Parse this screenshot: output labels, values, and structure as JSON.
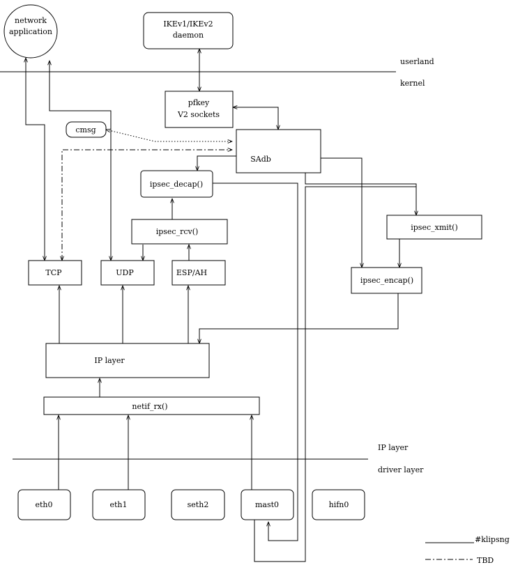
{
  "userland_label": "userland",
  "kernel_label": "kernel",
  "ip_layer_boundary_label": "IP layer",
  "driver_layer_label": "driver layer",
  "nodes": {
    "network_application": [
      "network",
      "application"
    ],
    "ike_daemon": [
      "IKEv1/IKEv2",
      "daemon"
    ],
    "pfkey_sockets": [
      "pfkey",
      "V2 sockets"
    ],
    "cmsg": "cmsg",
    "sadb": "SAdb",
    "ipsec_decap": "ipsec_decap()",
    "ipsec_rcv": "ipsec_rcv()",
    "ipsec_xmit": "ipsec_xmit()",
    "ipsec_encap": "ipsec_encap()",
    "tcp": "TCP",
    "udp": "UDP",
    "esp_ah": "ESP/AH",
    "ip_layer": "IP layer",
    "netif_rx": "netif_rx()",
    "eth0": "eth0",
    "eth1": "eth1",
    "seth2": "seth2",
    "mast0": "mast0",
    "hifn0": "hifn0"
  },
  "legend": {
    "klipsng": "#klipsng",
    "tbd": "TBD"
  }
}
